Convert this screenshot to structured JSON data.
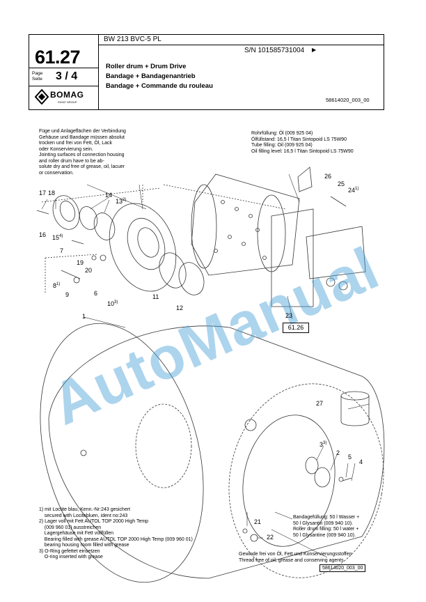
{
  "header": {
    "model": "BW 213 BVC-5 PL",
    "serial": "S/N 101585731004",
    "serial_arrow": "▶",
    "section_number": "61.27",
    "page_label_line1": "Page",
    "page_label_line2": "Seite",
    "page_number": "3 / 4",
    "logo_text": "BOMAG",
    "logo_subtext": "FAYAT GROUP",
    "title_en": "Roller drum + Drum Drive",
    "title_de": "Bandage + Bandagenantrieb",
    "title_fr": "Bandage + Commande du rouleau",
    "drawing_code": "58614020_003_00"
  },
  "notes": {
    "top_left": [
      "Füge und Anlageflächen der Verbindung",
      "Gehäuse und Bandage müssen absolut",
      "trocken und frei von Fett, Öl, Lack",
      "oder Konservierung sein.",
      "Jointing surfaces of connection housing",
      "and roller drum have to be ab-",
      "solute dry and free of grease, oil, lacuer",
      "or conservation."
    ],
    "top_right": [
      "Rohrfüllung: Öl (009 925 04)",
      "Ölfüllstand: 16,5 l Titan Sintopoid LS 75W90",
      "Tube filling: Oil (009 925 04)",
      "Oil filling level: 16,5 l Titan Sintopoid LS 75W90"
    ],
    "bottom_left": [
      "1) mit Loctite blau, Kenn.-Nr:243 gesichert",
      "    secured with Locitebluen, ident no:243",
      "2) Lager voll mit Fett AUTOL TOP 2000 High Temp",
      "    (009 960 01) ausstreichen",
      "    Lagergehäuse mit Fett vollfüllen",
      "    Bearing filled with grease AUTOL TOP 2000 High Temp (009 960 01)",
      "    bearing housing room filled with grease",
      "3) O-Ring gefettet einsetzen",
      "    O-ring inserted with grease"
    ],
    "bottom_right_fill": [
      "Bandagefüllung: 50 l Wasser +",
      "50 l Glysantin (009 940 10).",
      "Roller drum filling: 50 l water +",
      "50 l Glysantine (009 940 10)."
    ],
    "bottom_right_thread": [
      "Gewinde frei von Öl, Fett und Konservierungsstoffen",
      "Thread free of oil, grease and conserving agents"
    ]
  },
  "reference_box": "61.26",
  "watermark": "AutoManual",
  "parts": {
    "p17": "17",
    "p18": "18",
    "p14": "14",
    "p13": "13",
    "p13s": "2)",
    "p16": "16",
    "p15": "15",
    "p15s": "4)",
    "p7": "7",
    "p19": "19",
    "p20": "20",
    "p8": "8",
    "p8s": "1)",
    "p9": "9",
    "p6": "6",
    "p10": "10",
    "p10s": "3)",
    "p11": "11",
    "p12": "12",
    "p1": "1",
    "p26": "26",
    "p25": "25",
    "p24": "24",
    "p24s": "1)",
    "p23": "23",
    "p27": "27",
    "p3": "3",
    "p3s": "3)",
    "p2": "2",
    "p5": "5",
    "p4": "4",
    "p21": "21",
    "p22": "22"
  }
}
